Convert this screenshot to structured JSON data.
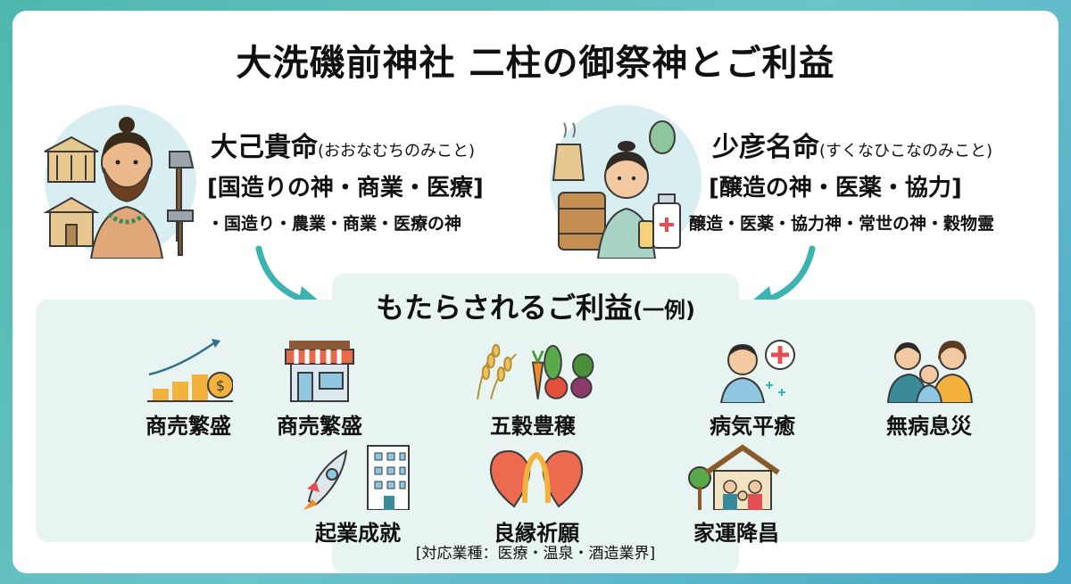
{
  "title": "大洗磯前神社 二柱の御祭神とご利益",
  "deities": [
    {
      "name": "大己貴命",
      "reading": "(おおなむちのみこと)",
      "role": "[国造りの神・商業・医療]",
      "description": "・国造り・農業・商業・医療の神"
    },
    {
      "name": "少彦名命",
      "reading": "(すくなひこなのみこと)",
      "role": "[醸造の神・医薬・協力]",
      "description": "醸造・医薬・協力神・常世の神・穀物霊"
    }
  ],
  "benefits": {
    "title": "もたらされるご利益",
    "title_note": "(一例)",
    "items": [
      {
        "label": "商売繁盛",
        "icon": "growth-chart-icon"
      },
      {
        "label": "商売繁盛",
        "icon": "storefront-icon"
      },
      {
        "label": "五穀豊穣",
        "icon": "harvest-icon"
      },
      {
        "label": "病気平癒",
        "icon": "patient-health-icon"
      },
      {
        "label": "無病息災",
        "icon": "family-icon"
      },
      {
        "label": "起業成就",
        "icon": "rocket-building-icon"
      },
      {
        "label": "良縁祈願",
        "icon": "hearts-ribbon-icon"
      },
      {
        "label": "家運降昌",
        "icon": "family-house-icon"
      }
    ],
    "footnote": "[対応業種：医療・温泉・酒造業界]"
  },
  "colors": {
    "accent": "#3bb3b0",
    "panel": "#e8f4f2"
  }
}
